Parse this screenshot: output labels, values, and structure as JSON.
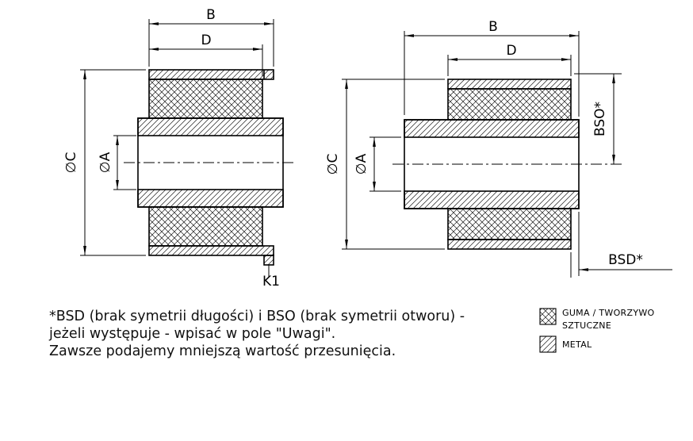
{
  "drawing": {
    "left_view": {
      "dim_b": "B",
      "dim_d": "D",
      "dim_phi_c": "∅C",
      "dim_phi_a": "∅A",
      "dim_k1": "K1"
    },
    "right_view": {
      "dim_b": "B",
      "dim_d": "D",
      "dim_phi_c": "∅C",
      "dim_phi_a": "∅A",
      "dim_bso": "BSO*",
      "dim_bsd": "BSD*"
    }
  },
  "legend": {
    "rubber_line1": "GUMA / TWORZYWO",
    "rubber_line2": "SZTUCZNE",
    "metal": "METAL"
  },
  "note": {
    "line1": "*BSD (brak symetrii długości) i BSO (brak symetrii otworu) -",
    "line2": "jeżeli występuje - wpisać w pole \"Uwagi\".",
    "line3": "Zawsze podajemy mniejszą wartość przesunięcia."
  },
  "colors": {
    "line": "#000000",
    "background": "#ffffff"
  }
}
